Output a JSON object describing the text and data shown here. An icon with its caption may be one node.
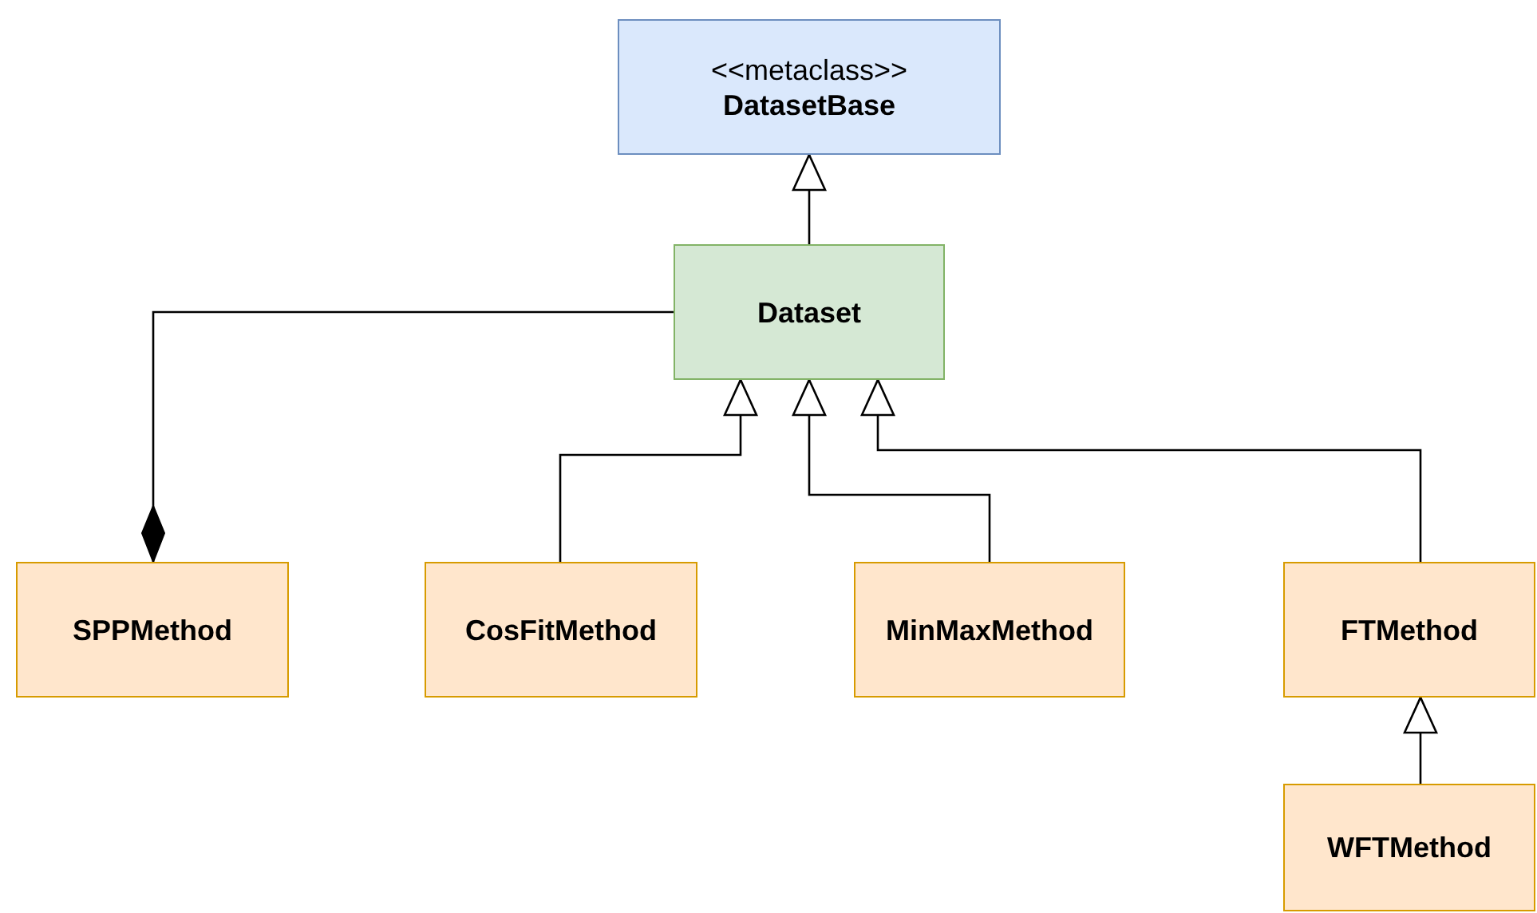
{
  "diagram": {
    "nodes": [
      {
        "text": [
          "<<metaclass>>",
          "DatasetBase"
        ]
      },
      {
        "text": [
          "Dataset"
        ]
      },
      {
        "text": [
          "SPPMethod"
        ]
      },
      {
        "text": [
          "CosFitMethod"
        ]
      },
      {
        "text": [
          "MinMaxMethod"
        ]
      },
      {
        "text": [
          "FTMethod"
        ]
      },
      {
        "text": [
          "WFTMethod"
        ]
      }
    ],
    "edges": [
      {
        "from": 1,
        "to": 0,
        "arrow": "to"
      },
      {
        "from": 1,
        "to": 2,
        "arrow": "other"
      },
      {
        "from": 3,
        "to": 1,
        "arrow": "to"
      },
      {
        "from": 4,
        "to": 1,
        "arrow": "to"
      },
      {
        "from": 5,
        "to": 1,
        "arrow": "to"
      },
      {
        "from": 6,
        "to": 5,
        "arrow": "to"
      }
    ]
  }
}
